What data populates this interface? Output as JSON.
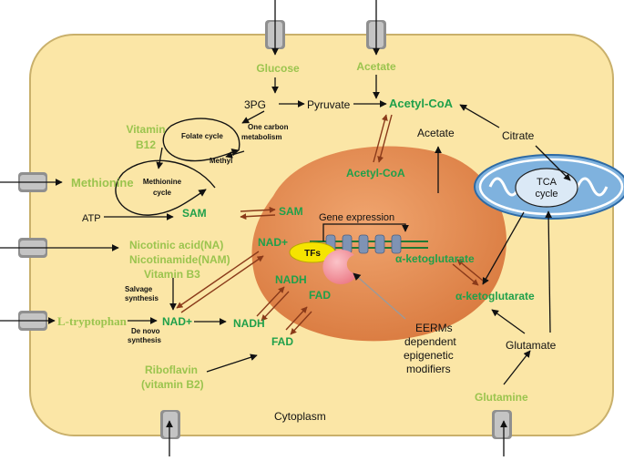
{
  "colors": {
    "cytoplasm_fill": "#fbe6a6",
    "cytoplasm_stroke": "#c9b06b",
    "nucleus": "#e8925a",
    "light_green": "#9bc44e",
    "dark_green": "#1fa04a",
    "brown_arrow": "#8a3a1a",
    "mitochondrion": "#7fb2de",
    "tf_yellow": "#f5e400",
    "eerm_pink": "#f4959e",
    "nucleosome": "#7f93b4"
  },
  "labels": {
    "glucose": "Glucose",
    "acetate_top": "Acetate",
    "three_pg": "3PG",
    "pyruvate": "Pyruvate",
    "acetyl_coa_top": "Acetyl-CoA",
    "one_carbon_1": "One carbon",
    "one_carbon_2": "metabolism",
    "folate_cycle": "Folate cycle",
    "methyl": "Methyl",
    "vitamin_b12_1": "Vitamin",
    "vitamin_b12_2": "B12",
    "methionine": "Methionine",
    "methionine_cycle_1": "Methionine",
    "methionine_cycle_2": "cycle",
    "atp": "ATP",
    "sam_cyto": "SAM",
    "sam_nuc": "SAM",
    "acetate_mid": "Acetate",
    "citrate": "Citrate",
    "tca_1": "TCA",
    "tca_2": "cycle",
    "acetyl_coa_nuc": "Acetyl-CoA",
    "gene_expression": "Gene expression",
    "tfs": "TFs",
    "nicotinic": "Nicotinic acid(NA)",
    "nicotinamide": "Nicotinamide(NAM)",
    "vitamin_b3": "Vitamin B3",
    "nad_nuc": "NAD+",
    "salvage_1": "Salvage",
    "salvage_2": "synthesis",
    "nad_cyto": "NAD+",
    "nadh_nuc": "NADH",
    "nadh_cyto": "NADH",
    "fad_nuc": "FAD",
    "fad_cyto": "FAD",
    "akg_nuc": "α-ketoglutarate",
    "akg_cyto": "α-ketoglutarate",
    "l_tryptophan": "L-tryptophan",
    "de_novo_1": "De novo",
    "de_novo_2": "synthesis",
    "eerms_1": "EERMs",
    "eerms_2": "dependent",
    "eerms_3": "epigenetic",
    "eerms_4": "modifiers",
    "glutamate": "Glutamate",
    "riboflavin_1": "Riboflavin",
    "riboflavin_2": "(vitamin B2)",
    "glutamine": "Glutamine",
    "cytoplasm": "Cytoplasm"
  }
}
